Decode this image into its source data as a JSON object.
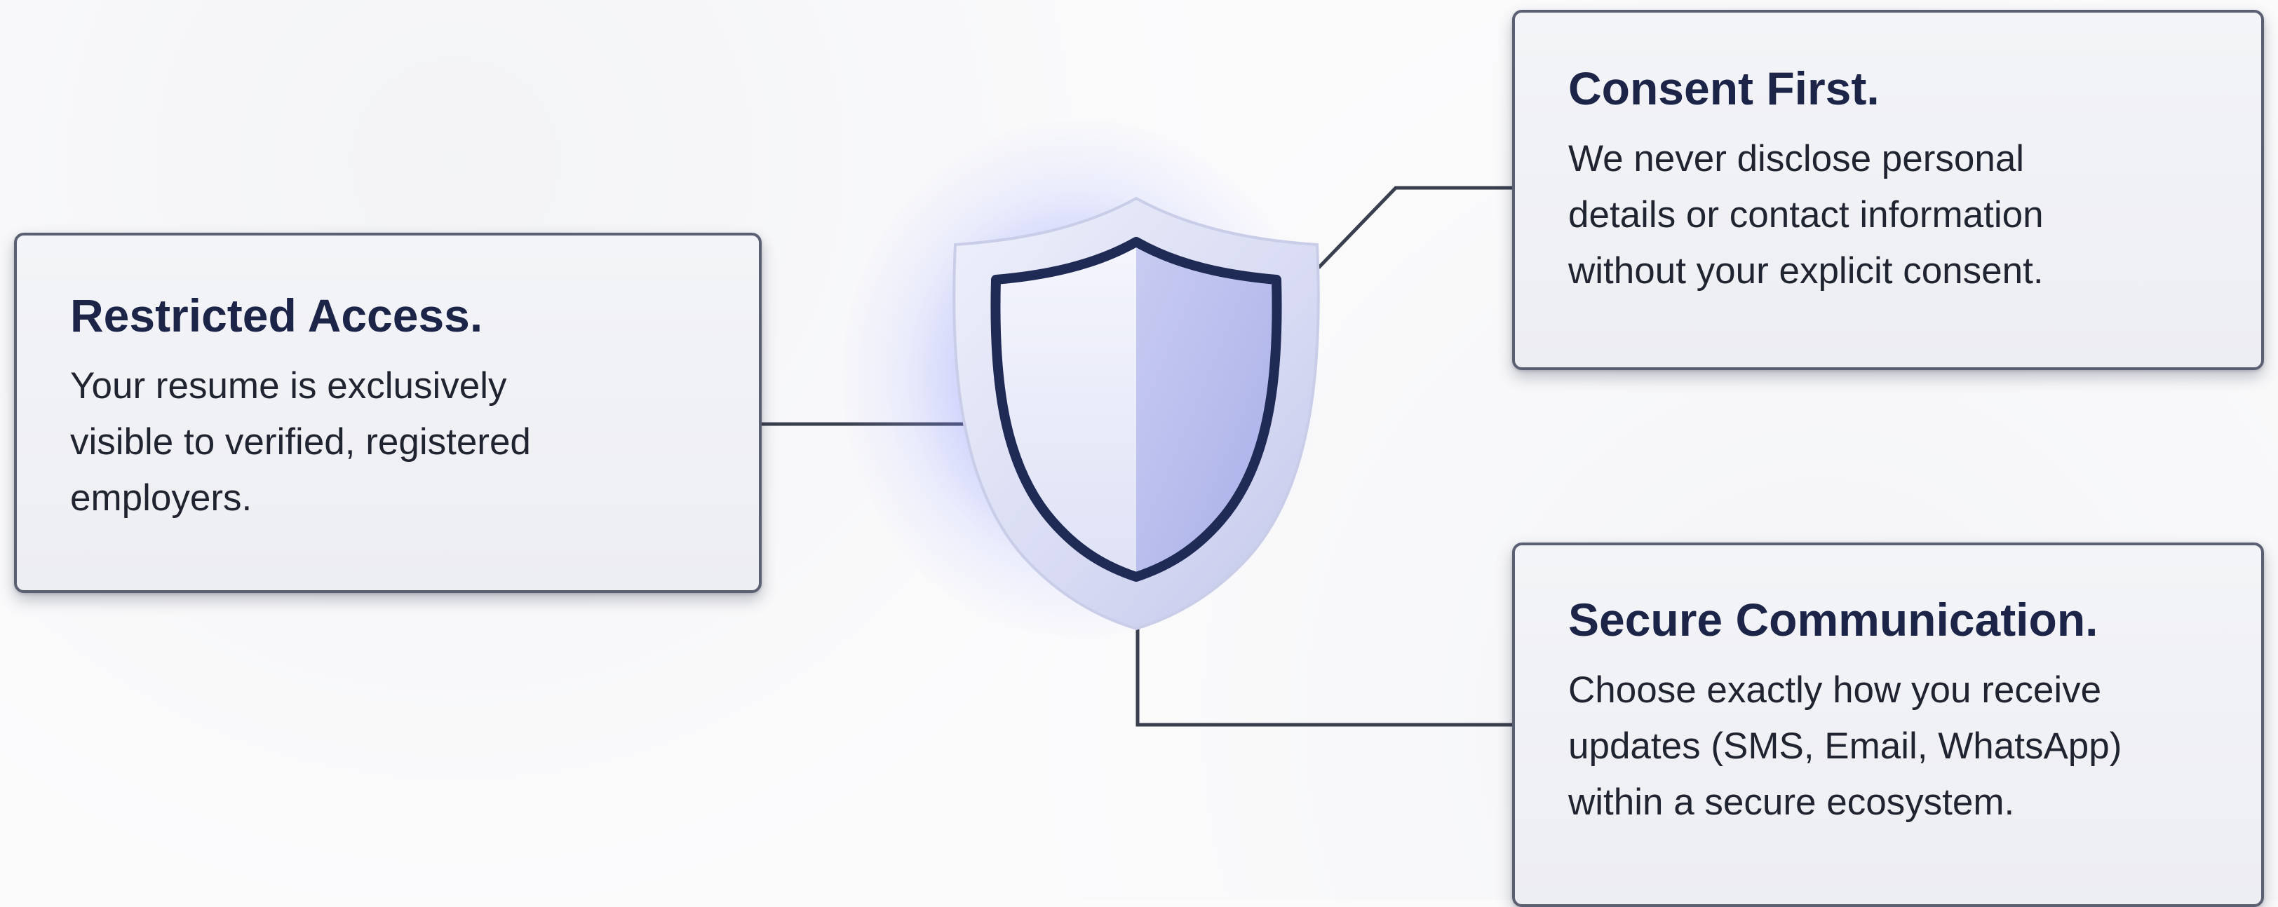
{
  "cards": {
    "restricted_access": {
      "title": "Restricted Access.",
      "lines": [
        "Your resume is exclusively",
        "visible to verified, registered",
        "employers."
      ]
    },
    "consent_first": {
      "title": "Consent First.",
      "lines": [
        "We never disclose personal",
        "details or contact information",
        "without your explicit consent."
      ]
    },
    "secure_communication": {
      "title": "Secure Communication.",
      "lines": [
        "Choose exactly how you receive",
        "updates (SMS, Email, WhatsApp)",
        "within a secure ecosystem."
      ]
    }
  },
  "center_icon": "shield-icon",
  "colors": {
    "title": "#1c2448",
    "body_text": "#1f2430",
    "card_border": "#5a6072",
    "connector": "#3a3f4e",
    "glow": "#5f69ff",
    "shield_outline": "#1f2a55"
  }
}
